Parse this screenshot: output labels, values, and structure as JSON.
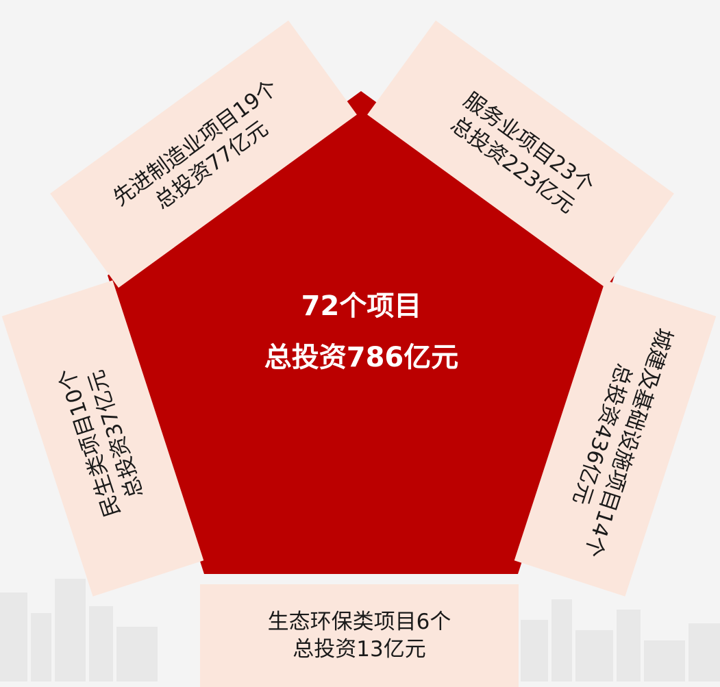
{
  "colors": {
    "background": "#f4f4f4",
    "panel_fill": "#fbe6dc",
    "pentagon_fill": "#bb0000",
    "center_text": "#ffffff",
    "panel_text": "#1a1a1a",
    "skyline": "#e9e9e9"
  },
  "center": {
    "line1": "72个项目",
    "line2": "总投资786亿元"
  },
  "categories": [
    {
      "id": "advanced-manufacturing",
      "line1": "先进制造业项目19个",
      "line2": "总投资77亿元"
    },
    {
      "id": "services",
      "line1": "服务业项目23个",
      "line2": "总投资223亿元"
    },
    {
      "id": "urban-infrastructure",
      "line1": "城建及基础设施项目14个",
      "line2": "总投资436亿元"
    },
    {
      "id": "eco-environmental",
      "line1": "生态环保类项目6个",
      "line2": "总投资13亿元"
    },
    {
      "id": "livelihood",
      "line1": "民生类项目10个",
      "line2": "总投资37亿元"
    }
  ]
}
